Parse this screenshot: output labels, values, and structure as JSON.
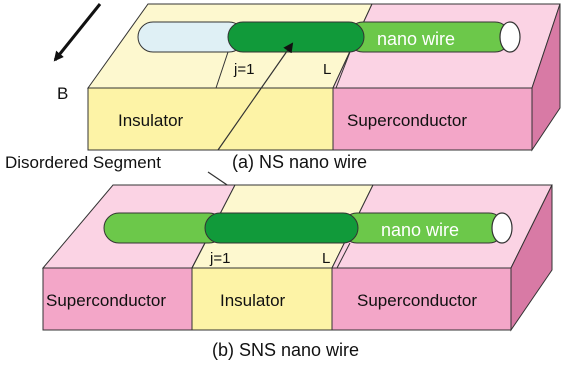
{
  "colors": {
    "insulator": "#fdf3a6",
    "insulator_top": "#fdf8cf",
    "superconductor": "#f3a6c8",
    "superconductor_top": "#fbd3e4",
    "superconductor_side": "#d87aa5",
    "wire_dark": "#119a3a",
    "wire_light": "#6cc84a",
    "wire_blue": "#dff0f5"
  },
  "figure_a": {
    "field_label": "B",
    "site_start": "j=1",
    "site_end": "L",
    "wire_label": "nano wire",
    "insulator_label": "Insulator",
    "superconductor_label": "Superconductor",
    "caption": "(a) NS nano wire"
  },
  "segment_label": "Disordered Segment",
  "figure_b": {
    "site_start": "j=1",
    "site_end": "L",
    "wire_label": "nano wire",
    "left_superconductor_label": "Superconductor",
    "insulator_label": "Insulator",
    "right_superconductor_label": "Superconductor",
    "caption": "(b) SNS nano wire"
  }
}
